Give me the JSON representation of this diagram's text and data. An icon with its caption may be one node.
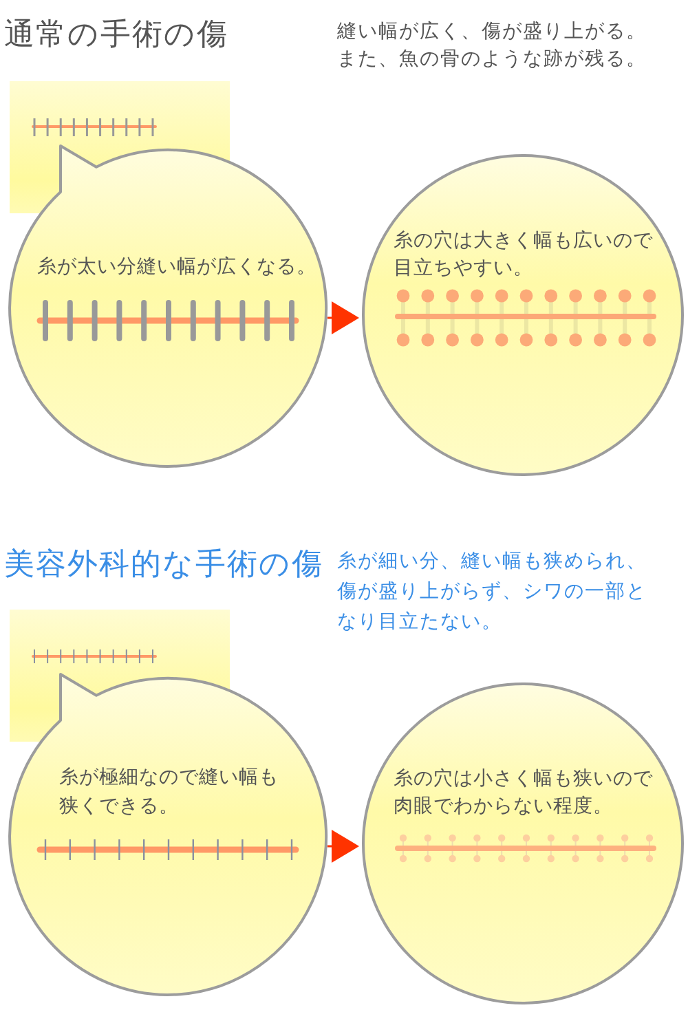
{
  "diagram": {
    "nodes": [
      {
        "text": [],
        "shape": "box"
      },
      {
        "text": [
          "糸が太い分縫い幅が広くなる。"
        ]
      },
      {
        "text": [
          "糸の穴は大きく幅も広いので目立ちやすい。"
        ]
      },
      {
        "text": [],
        "shape": "box"
      },
      {
        "text": [
          "糸が極細なので縫い幅も狭くできる。"
        ]
      },
      {
        "text": [
          "糸の穴は小さく幅も狭いので肉眼でわからない程度。"
        ]
      }
    ],
    "edges": [
      {
        "from": 1,
        "to": 2,
        "arrow": "to"
      },
      {
        "from": 4,
        "to": 5,
        "arrow": "to"
      }
    ],
    "labels": [
      "通常の手術の傷",
      "縫い幅が広く、傷が盛り上がる。また、魚の骨のような跡が残る。",
      "美容外科的な手術の傷",
      "糸が細い分、縫い幅も狭められ、傷が盛り上がらず、シワの一部となり目立たない。"
    ]
  }
}
